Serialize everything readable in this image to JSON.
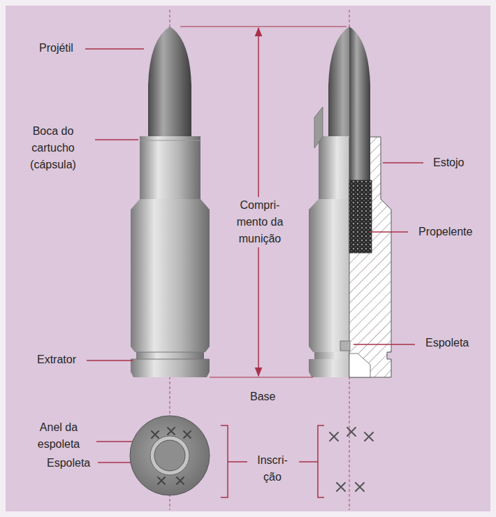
{
  "diagram": {
    "labels": [
      "Projétil",
      "Boca do cartucho (cápsula)",
      "Compri- mento da munição",
      "Extrator",
      "Estojo",
      "Propelente",
      "Espoleta",
      "Base",
      "Anel da espoleta",
      "Espoleta",
      "Inscri- ção"
    ]
  }
}
